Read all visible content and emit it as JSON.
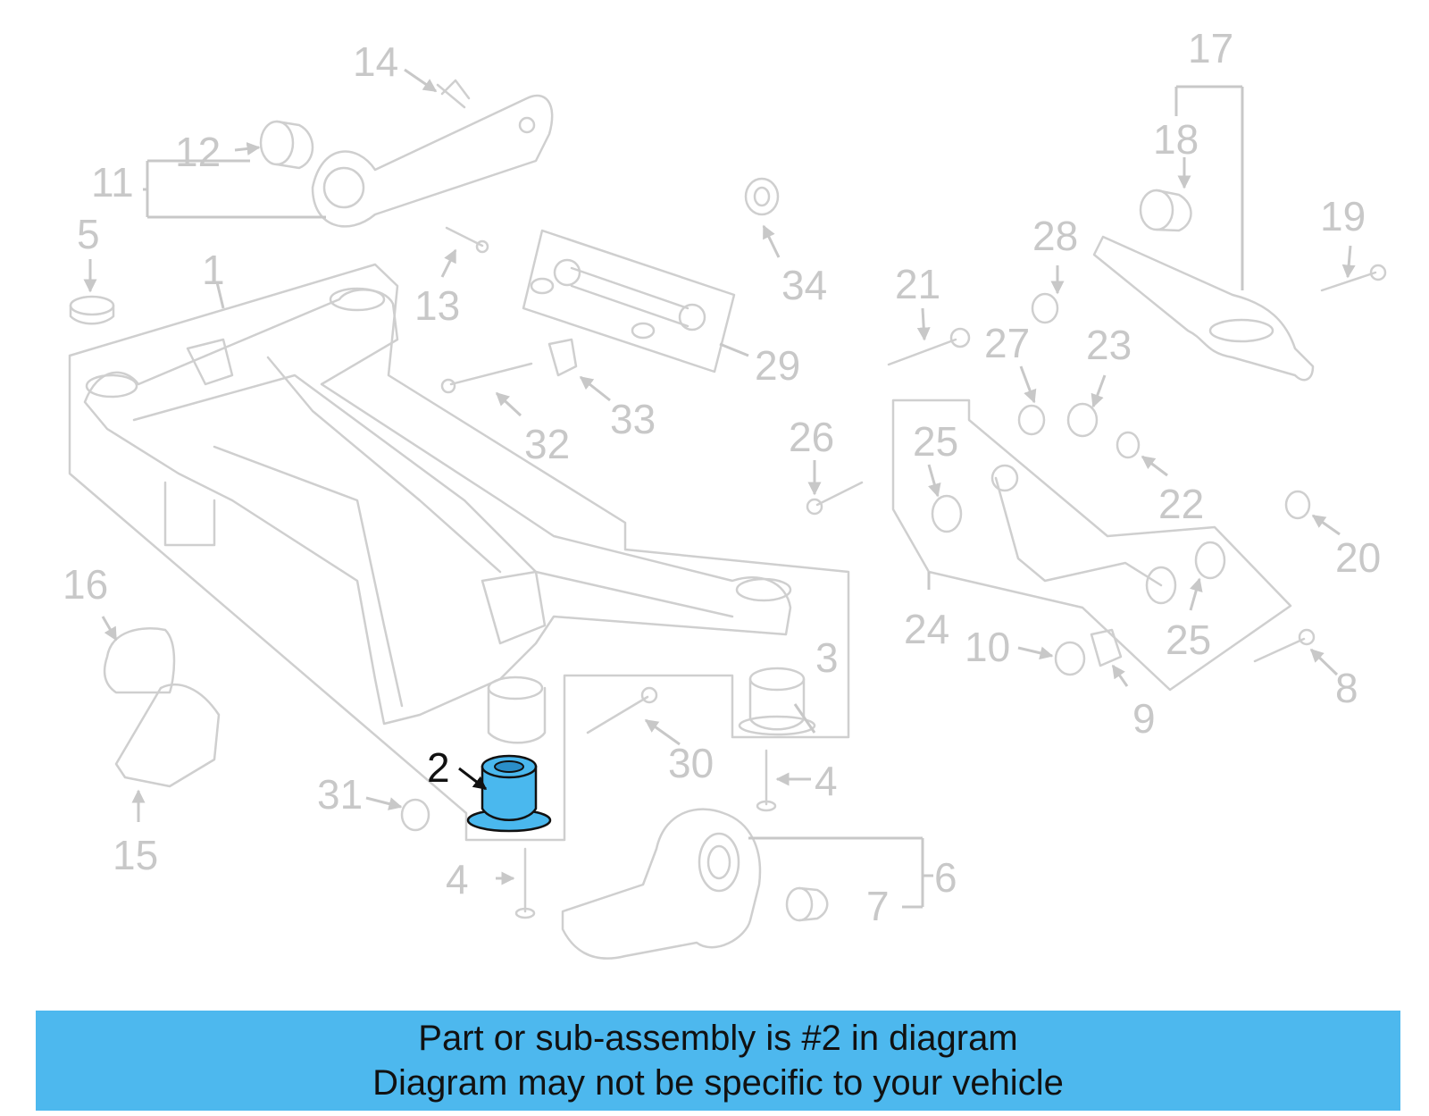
{
  "labels": {
    "l1": "1",
    "l2": "2",
    "l3": "3",
    "l4a": "4",
    "l4b": "4",
    "l5": "5",
    "l6": "6",
    "l7": "7",
    "l8": "8",
    "l9": "9",
    "l10": "10",
    "l11": "11",
    "l12": "12",
    "l13": "13",
    "l14": "14",
    "l15": "15",
    "l16": "16",
    "l17": "17",
    "l18": "18",
    "l19": "19",
    "l20": "20",
    "l21": "21",
    "l22": "22",
    "l23": "23",
    "l24": "24",
    "l25a": "25",
    "l25b": "25",
    "l26": "26",
    "l27": "27",
    "l28": "28",
    "l29": "29",
    "l30": "30",
    "l31": "31",
    "l32": "32",
    "l33": "33",
    "l34": "34"
  },
  "highlight": {
    "part_number": "2",
    "color": "#4ab8ee"
  },
  "banner": {
    "line1": "Part or sub-assembly is #2 in diagram",
    "line2": "Diagram may not be specific to your vehicle",
    "background": "#4db8ee"
  }
}
